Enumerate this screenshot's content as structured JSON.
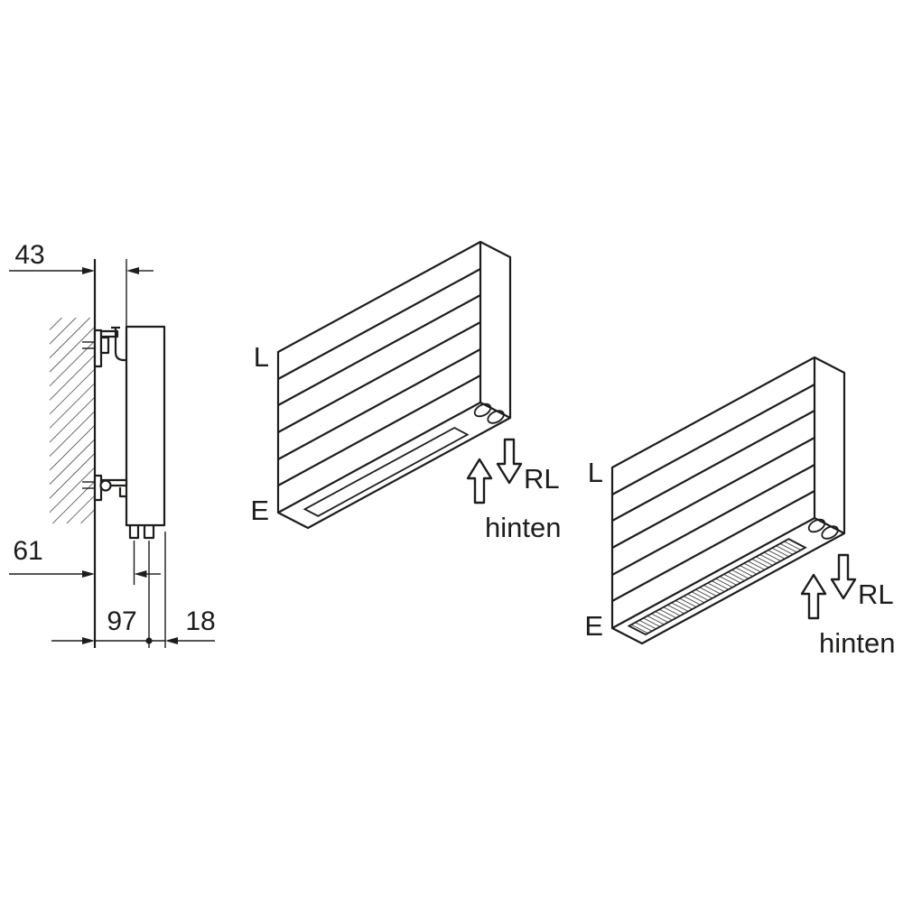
{
  "colors": {
    "ink": "#1d1d1b",
    "background": "#ffffff"
  },
  "section_view": {
    "dim_top": "43",
    "dim_mid": "61",
    "dim_bottom_inner": "97",
    "dim_bottom_outer": "18"
  },
  "iso_left": {
    "label_top": "L",
    "label_bottom": "E",
    "flow_label": "RL",
    "flow_note": "hinten"
  },
  "iso_right": {
    "label_top": "L",
    "label_bottom": "E",
    "flow_label": "RL",
    "flow_note": "hinten"
  }
}
